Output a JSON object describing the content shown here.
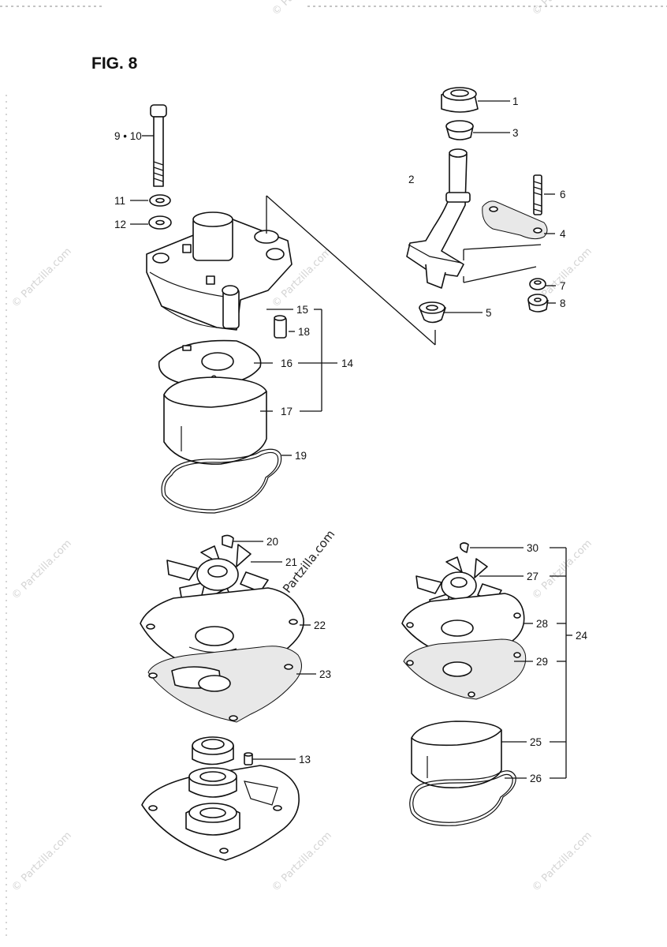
{
  "figure": {
    "title": "FIG. 8"
  },
  "watermark": {
    "text": "© Partzilla.com"
  },
  "callouts": {
    "c1": "1",
    "c2": "2",
    "c3": "3",
    "c4": "4",
    "c5": "5",
    "c6": "6",
    "c7": "7",
    "c8": "8",
    "c9_10": "9 • 10",
    "c11": "11",
    "c12": "12",
    "c13": "13",
    "c14": "14",
    "c15": "15",
    "c16": "16",
    "c17": "17",
    "c18": "18",
    "c19": "19",
    "c20": "20",
    "c21": "21",
    "c22": "22",
    "c23": "23",
    "c24": "24",
    "c25": "25",
    "c26": "26",
    "c27": "27",
    "c28": "28",
    "c29": "29",
    "c30": "30"
  }
}
